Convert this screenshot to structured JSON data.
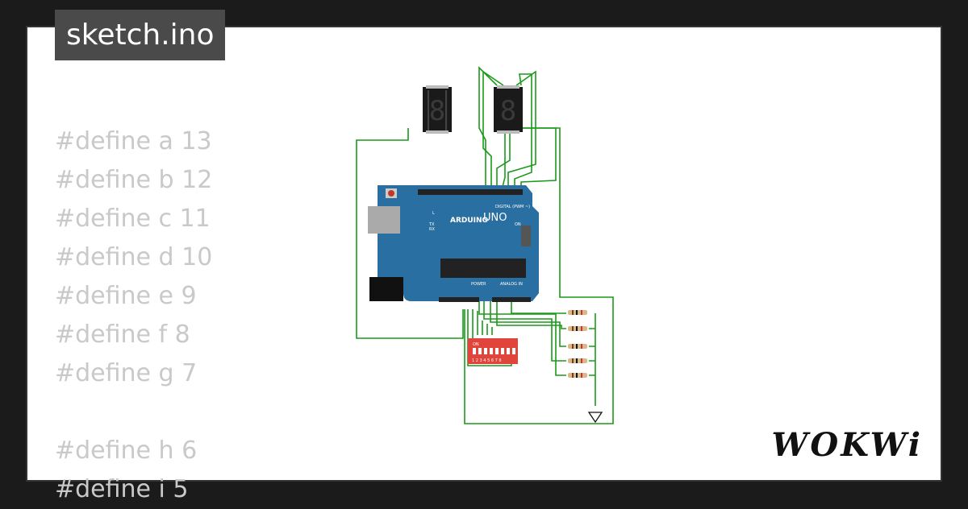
{
  "title": "sketch.ino",
  "code_lines": [
    "#define a 13",
    "#define b 12",
    "#define c 11",
    "#define d 10",
    "#define e 9",
    "#define f 8",
    "#define g 7",
    "",
    "#define h 6",
    "#define i 5"
  ],
  "board": {
    "model": "UNO",
    "brand": "ARDUINO",
    "digital_label": "DIGITAL (PWM ~)",
    "power_label": "POWER",
    "analog_label": "ANALOG IN",
    "on_label": "ON",
    "tx_label": "TX",
    "rx_label": "RX",
    "l_label": "L"
  },
  "dip_switch": {
    "on_label": "ON",
    "numbers": "1 2 3 4 5 6 7 8"
  },
  "logo": "WOKWi",
  "colors": {
    "board": "#2a6fa1",
    "wire": "#1a9a1a",
    "dip": "#e0443a",
    "segment": "#1a1a1a"
  }
}
